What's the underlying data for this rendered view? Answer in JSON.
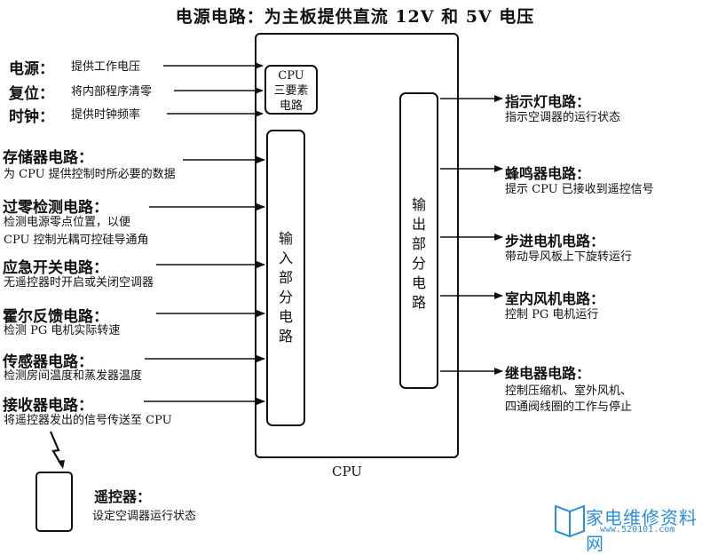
{
  "title": "电源电路：为主板提供直流 12V 和 5V 电压",
  "cpu_label": "CPU",
  "cpu_three_elements": [
    "CPU",
    "三要素",
    "电路"
  ],
  "input_section": "输入部分电路",
  "output_section": "输出部分电路",
  "left_three": [
    {
      "name": "电源：",
      "desc": "提供工作电压"
    },
    {
      "name": "复位：",
      "desc": "将内部程序清零"
    },
    {
      "name": "时钟：",
      "desc": "提供时钟频率"
    }
  ],
  "inputs": [
    {
      "name": "存储器电路：",
      "desc": [
        "为 CPU 提供控制时所必要的数据"
      ]
    },
    {
      "name": "过零检测电路：",
      "desc": [
        "检测电源零点位置，以便",
        "CPU 控制光耦可控硅导通角"
      ]
    },
    {
      "name": "应急开关电路：",
      "desc": [
        "无遥控器时开启或关闭空调器"
      ]
    },
    {
      "name": "霍尔反馈电路：",
      "desc": [
        "检测 PG 电机实际转速"
      ]
    },
    {
      "name": "传感器电路：",
      "desc": [
        "检测房间温度和蒸发器温度"
      ]
    },
    {
      "name": "接收器电路：",
      "desc": [
        "将遥控器发出的信号传送至 CPU"
      ]
    }
  ],
  "outputs": [
    {
      "name": "指示灯电路：",
      "desc": [
        "指示空调器的运行状态"
      ]
    },
    {
      "name": "蜂鸣器电路：",
      "desc": [
        "提示 CPU 已接收到遥控信号"
      ]
    },
    {
      "name": "步进电机电路：",
      "desc": [
        "带动导风板上下旋转运行"
      ]
    },
    {
      "name": "室内风机电路：",
      "desc": [
        "控制 PG 电机运行"
      ]
    },
    {
      "name": "继电器电路：",
      "desc": [
        "控制压缩机、室外风机、",
        "四通阀线圈的工作与停止"
      ]
    }
  ],
  "remote": {
    "name": "遥控器：",
    "desc": "设定空调器运行状态"
  },
  "watermark": {
    "text": "家电维修资料网",
    "url": "www.520101.com"
  }
}
